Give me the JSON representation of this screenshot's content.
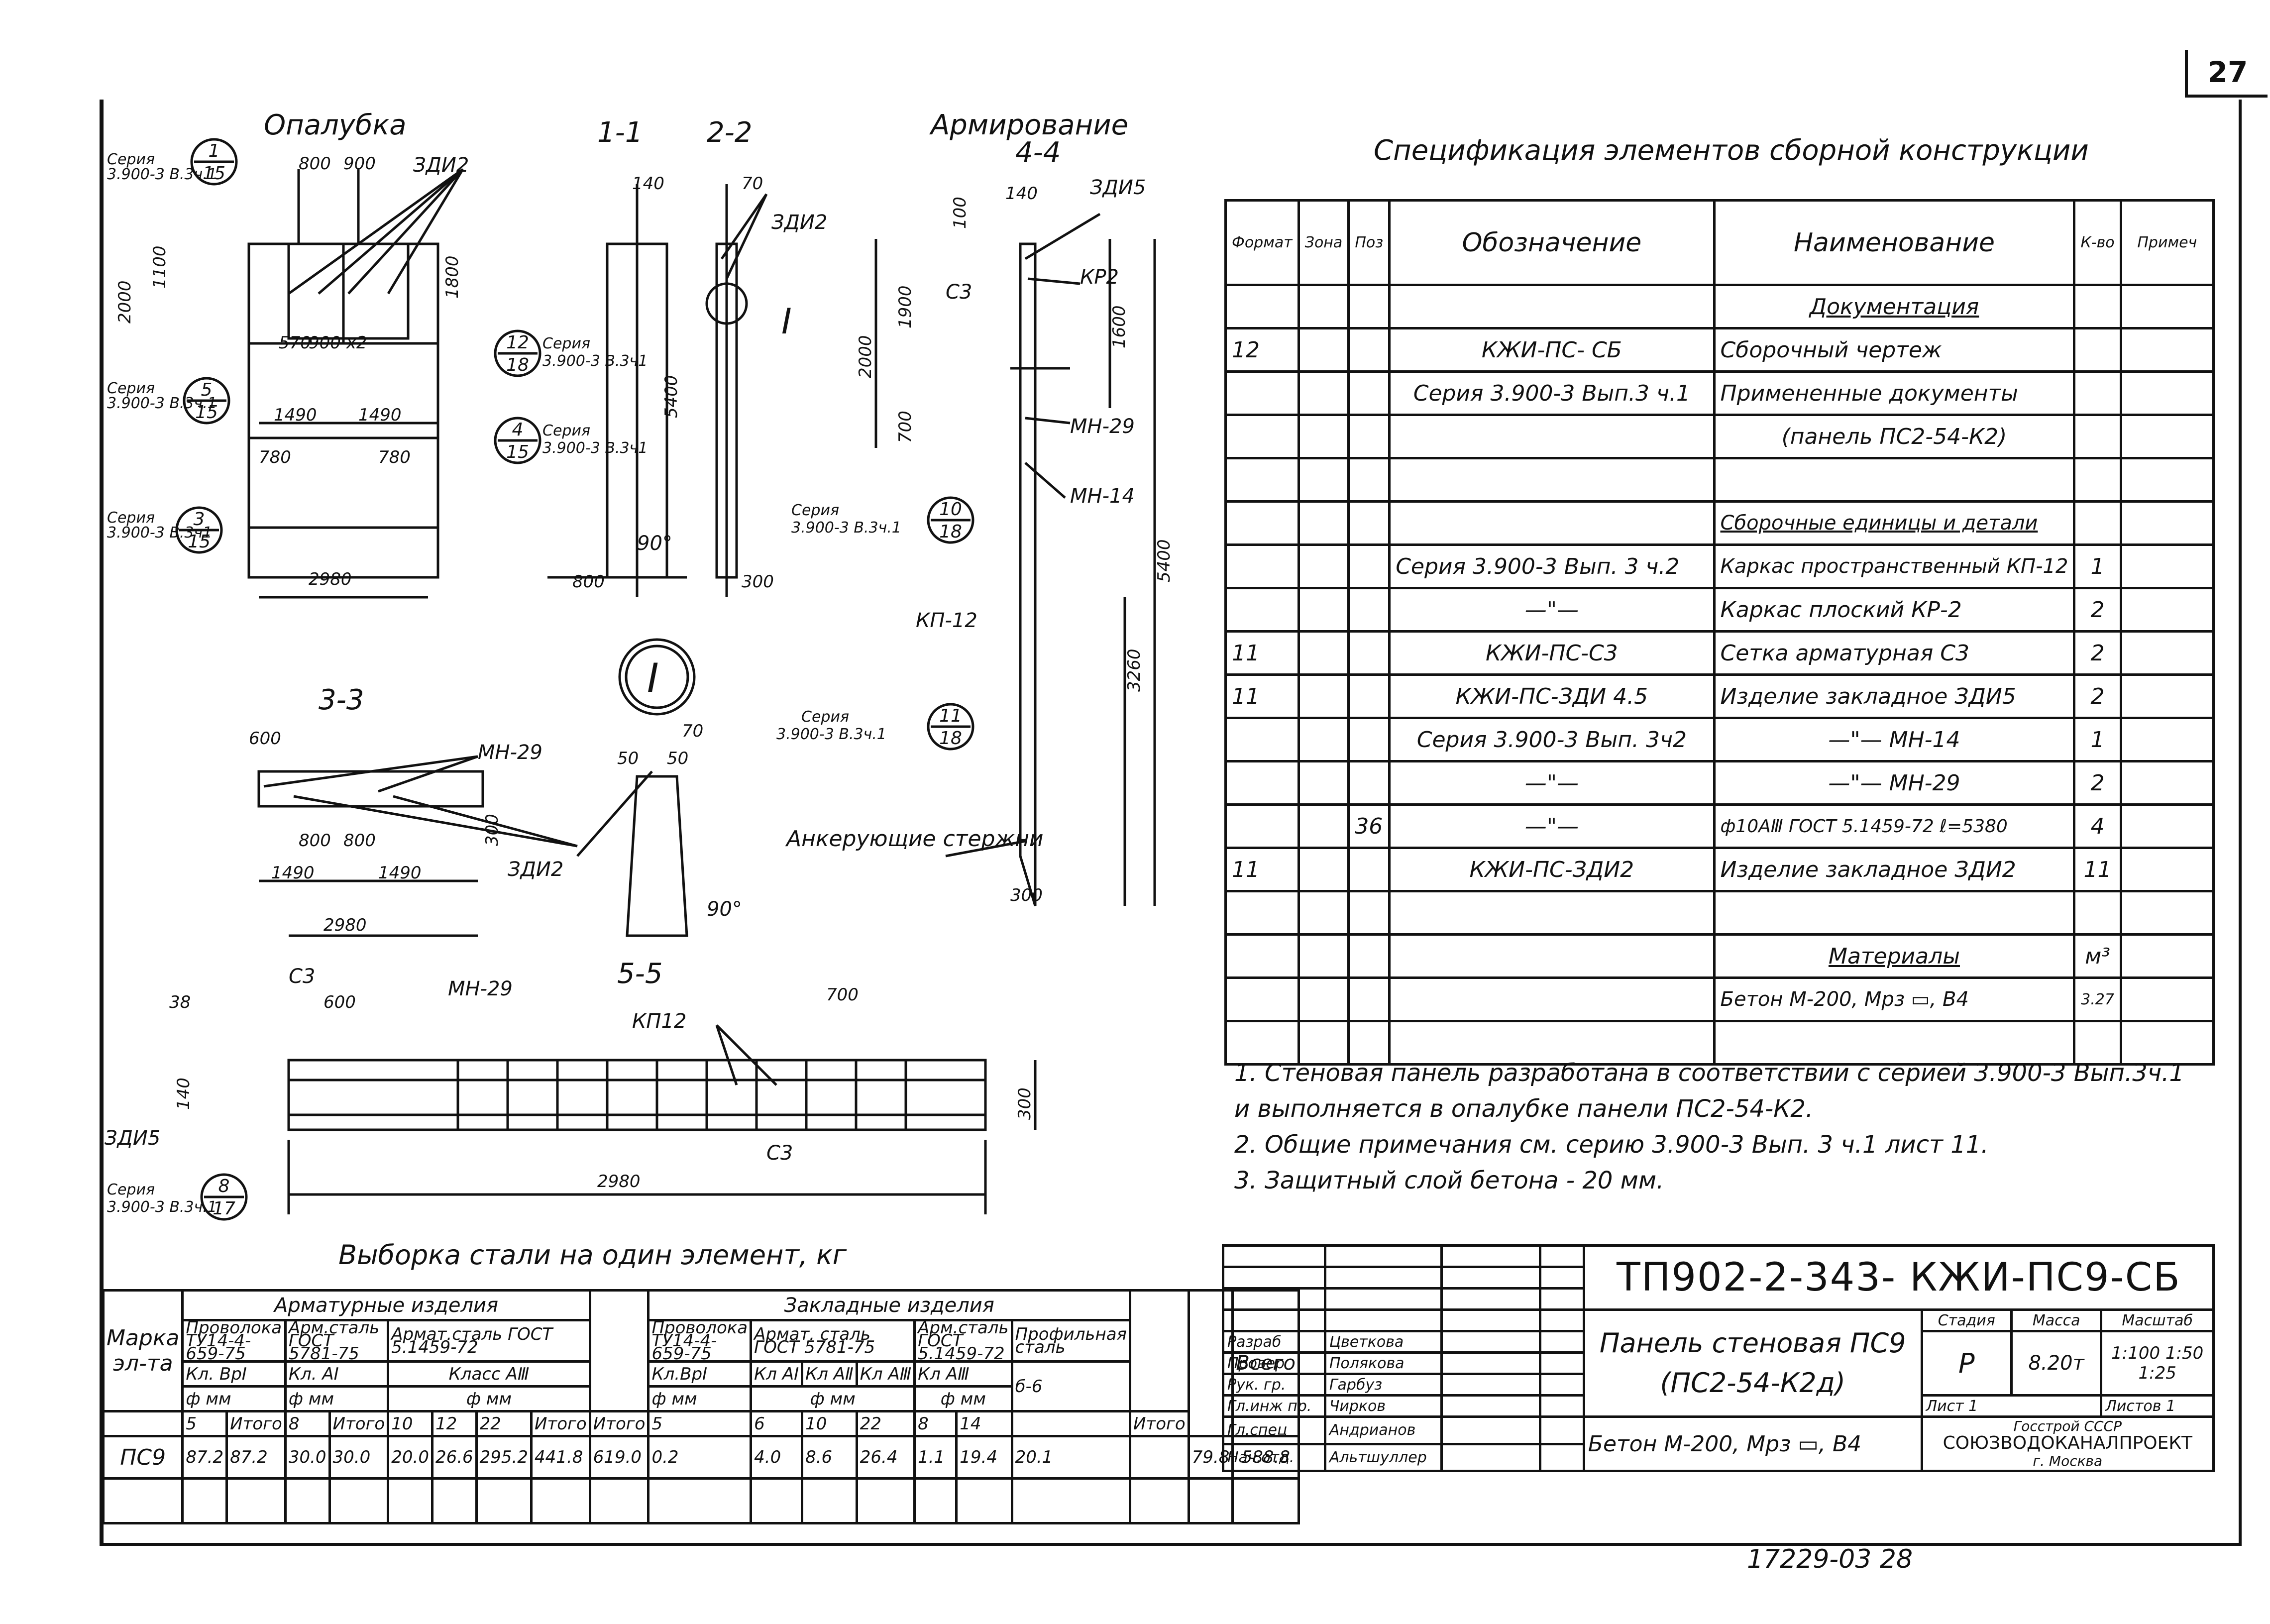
{
  "page": {
    "sheet_number": "27",
    "footer_code": "17229-03  28"
  },
  "drawing": {
    "labels": {
      "formwork": "Опалубка",
      "section_1_1": "1-1",
      "section_2_2": "2-2",
      "reinforcement": "Армирование",
      "section_4_4": "4-4",
      "section_3_3": "3-3",
      "section_5_5": "5-5",
      "node_I": "I",
      "anchor_rods": "Анкерующие стержни",
      "steel_title": "Выборка стали на один элемент, кг"
    },
    "callouts": {
      "seria": "Серия",
      "s1": "1",
      "s15": "15",
      "s5": "5",
      "s3": "3",
      "s12": "12",
      "s18": "18",
      "s4": "4",
      "s10": "10",
      "s11": "11",
      "s8": "8",
      "s17": "17",
      "ref_a": "3.900-3 В.3ч.1",
      "ref_b": "3.900-3 В.3ч1",
      "ref_c": "3.900-3 В.3ч.1"
    },
    "marks": {
      "zdi2": "ЗДИ2",
      "zdi5": "ЗДИ5",
      "kr2": "КР2",
      "c3": "С3",
      "mn29": "МН-29",
      "mn14": "МН-14",
      "kp12": "КП-12",
      "kp12b": "КП12",
      "ang90": "90°"
    },
    "dims": {
      "d800": "800",
      "d900": "900",
      "d2000": "2000",
      "d1100": "1100",
      "d1800": "1800",
      "d570": "570",
      "d900x2": "900 х2",
      "d1490": "1490",
      "d780": "780",
      "d2980": "2980",
      "d5400": "5400",
      "d140": "140",
      "d70": "70",
      "d300": "300",
      "d100": "100",
      "d1900": "1900",
      "d1600": "1600",
      "d700": "700",
      "d3260": "3260",
      "d600": "600",
      "d50": "50",
      "d38": "38"
    }
  },
  "spec": {
    "title": "Спецификация элементов сборной конструкции",
    "headers": [
      "Формат",
      "Зона",
      "Поз",
      "Обозначение",
      "Наименование",
      "К-во",
      "Примеч"
    ],
    "rows": [
      {
        "fmt": "",
        "zone": "",
        "pos": "",
        "oboz": "",
        "name": "Документация",
        "qty": ""
      },
      {
        "fmt": "12",
        "zone": "",
        "pos": "",
        "oboz": "КЖИ-ПС-    СБ",
        "name": "Сборочный чертеж",
        "qty": ""
      },
      {
        "fmt": "",
        "zone": "",
        "pos": "",
        "oboz": "Серия 3.900-3 Вып.3 ч.1",
        "name": "Примененные документы",
        "qty": ""
      },
      {
        "fmt": "",
        "zone": "",
        "pos": "",
        "oboz": "",
        "name": "(панель ПС2-54-К2)",
        "qty": ""
      },
      {
        "fmt": "",
        "zone": "",
        "pos": "",
        "oboz": "",
        "name": "",
        "qty": ""
      },
      {
        "fmt": "",
        "zone": "",
        "pos": "",
        "oboz": "",
        "name": "Сборочные единицы и детали",
        "qty": ""
      },
      {
        "fmt": "",
        "zone": "",
        "pos": "",
        "oboz": "Серия 3.900-3 Вып. 3 ч.2",
        "name": "Каркас пространственный КП-12",
        "qty": "1"
      },
      {
        "fmt": "",
        "zone": "",
        "pos": "",
        "oboz": "—\"—",
        "name": "Каркас плоский   КР-2",
        "qty": "2"
      },
      {
        "fmt": "11",
        "zone": "",
        "pos": "",
        "oboz": "КЖИ-ПС-С3",
        "name": "Сетка арматурная С3",
        "qty": "2"
      },
      {
        "fmt": "11",
        "zone": "",
        "pos": "",
        "oboz": "КЖИ-ПС-ЗДИ 4.5",
        "name": "Изделие закладное ЗДИ5",
        "qty": "2"
      },
      {
        "fmt": "",
        "zone": "",
        "pos": "",
        "oboz": "Серия 3.900-3 Вып. 3ч2",
        "name": "—\"—        МН-14",
        "qty": "1"
      },
      {
        "fmt": "",
        "zone": "",
        "pos": "",
        "oboz": "—\"—",
        "name": "—\"—        МН-29",
        "qty": "2"
      },
      {
        "fmt": "",
        "zone": "",
        "pos": "36",
        "oboz": "—\"—",
        "name": "ф10АⅢ ГОСТ 5.1459-72  ℓ=5380",
        "qty": "4"
      },
      {
        "fmt": "11",
        "zone": "",
        "pos": "",
        "oboz": "КЖИ-ПС-ЗДИ2",
        "name": "Изделие закладное ЗДИ2",
        "qty": "11"
      },
      {
        "fmt": "",
        "zone": "",
        "pos": "",
        "oboz": "",
        "name": "",
        "qty": ""
      },
      {
        "fmt": "",
        "zone": "",
        "pos": "",
        "oboz": "",
        "name": "Материалы",
        "qty": "м³"
      },
      {
        "fmt": "",
        "zone": "",
        "pos": "",
        "oboz": "",
        "name": "Бетон М-200, Мрз ▭, В4",
        "qty": "3.27"
      },
      {
        "fmt": "",
        "zone": "",
        "pos": "",
        "oboz": "",
        "name": "",
        "qty": ""
      }
    ]
  },
  "notes": [
    "1. Стеновая панель разработана в соответствии с серией 3.900-3 Вып.3ч.1",
    "    и выполняется в опалубке панели ПС2-54-К2.",
    "2. Общие примечания см. серию 3.900-3 Вып. 3 ч.1 лист 11.",
    "3. Защитный слой бетона - 20 мм."
  ],
  "steel": {
    "marka": "Марка эл-та",
    "armatur": "Арматурные изделия",
    "zaklad": "Закладные изделия",
    "vsego": "Всего",
    "itogo": "Итого",
    "h_prov1": "Проволока ТУ14-4-659-75",
    "h_arm1": "Арм.сталь ГОСТ 5781-75",
    "h_arm2": "Армат.сталь ГОСТ 5.1459-72",
    "h_prov2": "Проволока ТУ14-4-659-75",
    "h_arm3": "Армат. сталь ГОСТ 5781-75",
    "h_arm4": "Арм.сталь ГОСТ 5.1459-72",
    "h_prof": "Профильная сталь",
    "k_bp1": "Кл. ВрI",
    "k_a1": "Кл. АI",
    "k_a3": "Класс АⅢ",
    "k_bp1b": "Кл.ВрI",
    "k_a1b": "Кл АI",
    "k_a2": "Кл АⅡ",
    "k_a3b": "Кл АⅢ",
    "k_a3c": "Кл АⅢ",
    "phimm": "ф мм",
    "d5": "5",
    "d8": "8",
    "d10": "10",
    "d12": "12",
    "d22": "22",
    "d5b": "5",
    "d6": "6",
    "d10b": "10",
    "d22b": "22",
    "d8b": "8",
    "d14": "14",
    "d66": "б-6",
    "row_mark": "ПС9",
    "v1": "87.2",
    "v2": "87.2",
    "v3": "30.0",
    "v4": "30.0",
    "v5": "20.0",
    "v6": "26.6",
    "v7": "295.2",
    "v8": "441.8",
    "v9": "619.0",
    "v10": "0.2",
    "v11": "4.0",
    "v12": "8.6",
    "v13": "26.4",
    "v14": "1.1",
    "v15": "19.4",
    "v16": "20.1",
    "v17": "79.8",
    "v18": "588.8"
  },
  "titleblock": {
    "code": "ТП902-2-343-  КЖИ-ПС9-СБ",
    "name1": "Панель стеновая ПС9",
    "name2": "(ПС2-54-К2д)",
    "material": "Бетон М-200, Мрз ▭, В4",
    "stage_h": "Стадия",
    "mass_h": "Масса",
    "scale_h": "Масштаб",
    "stage": "Р",
    "mass": "8.20т",
    "scale": "1:100  1:50  1:25",
    "sheet": "Лист 1",
    "sheets": "Листов 1",
    "org1": "Госстрой СССР",
    "org2": "СОЮЗВОДОКАНАЛПРОЕКТ",
    "org3": "г. Москва",
    "staff": [
      {
        "role": "Разраб",
        "name": "Цветкова"
      },
      {
        "role": "Провер",
        "name": "Полякова"
      },
      {
        "role": "Рук. гр.",
        "name": "Гарбуз"
      },
      {
        "role": "Гл.инж пр.",
        "name": "Чирков"
      },
      {
        "role": "Гл.спец",
        "name": "Андрианов"
      },
      {
        "role": "Нач.отд.",
        "name": "Альтшуллер"
      }
    ]
  }
}
